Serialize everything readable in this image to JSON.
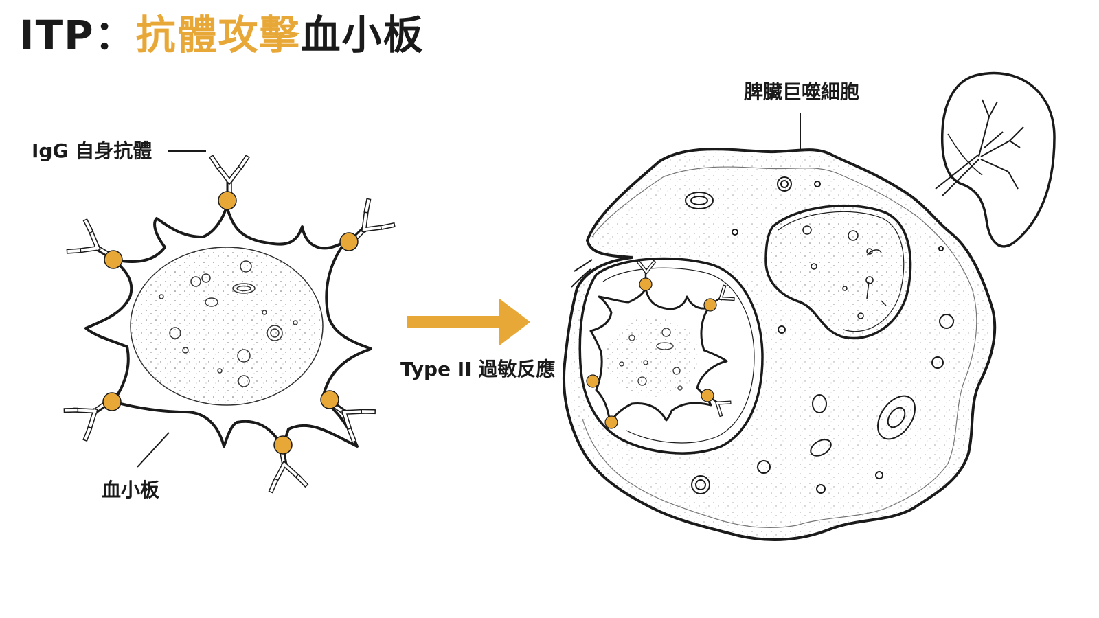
{
  "title": {
    "prefix": "ITP：",
    "highlight": "抗體攻擊",
    "suffix": "血小板"
  },
  "labels": {
    "antibody": "IgG 自身抗體",
    "platelet": "血小板",
    "reaction": "Type II 過敏反應",
    "macrophage": "脾臟巨噬細胞"
  },
  "colors": {
    "accent": "#e8a838",
    "ink": "#1a1a1a",
    "background": "#ffffff"
  }
}
